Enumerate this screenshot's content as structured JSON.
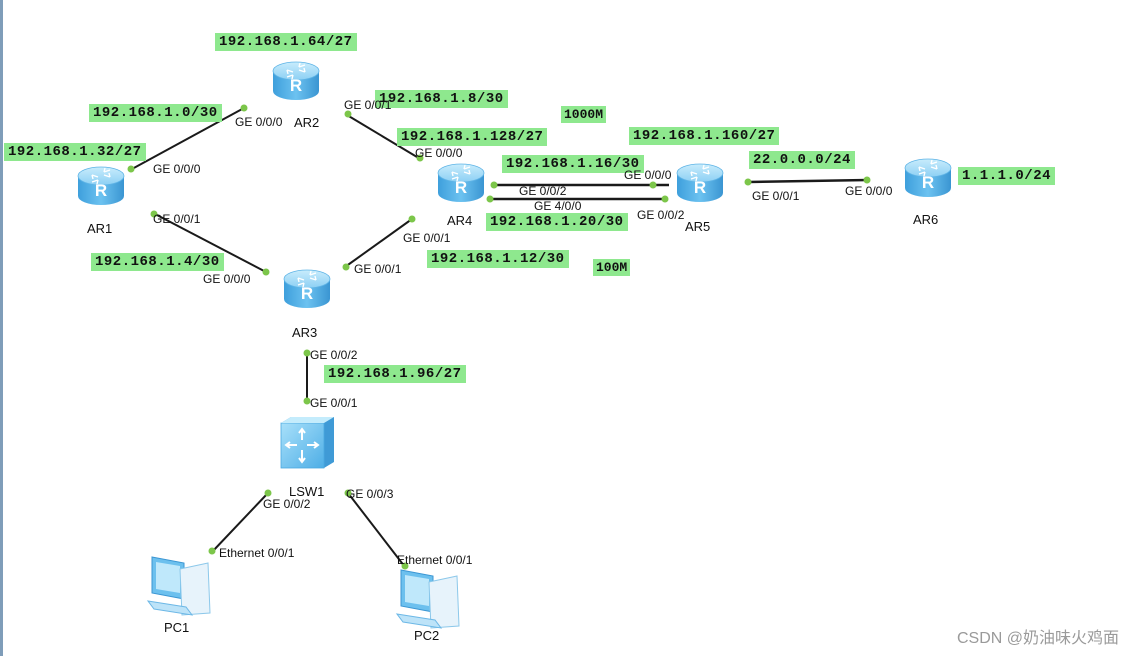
{
  "devices": [
    {
      "id": "AR1",
      "label": "AR1",
      "type": "router"
    },
    {
      "id": "AR2",
      "label": "AR2",
      "type": "router"
    },
    {
      "id": "AR3",
      "label": "AR3",
      "type": "router"
    },
    {
      "id": "AR4",
      "label": "AR4",
      "type": "router"
    },
    {
      "id": "AR5",
      "label": "AR5",
      "type": "router"
    },
    {
      "id": "AR6",
      "label": "AR6",
      "type": "router"
    },
    {
      "id": "LSW1",
      "label": "LSW1",
      "type": "switch"
    },
    {
      "id": "PC1",
      "label": "PC1",
      "type": "pc"
    },
    {
      "id": "PC2",
      "label": "PC2",
      "type": "pc"
    }
  ],
  "subnets": [
    "192.168.1.64/27",
    "192.168.1.0/30",
    "192.168.1.32/27",
    "192.168.1.8/30",
    "192.168.1.128/27",
    "192.168.1.16/30",
    "192.168.1.160/27",
    "22.0.0.0/24",
    "1.1.1.0/24",
    "192.168.1.20/30",
    "192.168.1.4/30",
    "192.168.1.12/30",
    "192.168.1.96/27"
  ],
  "speeds": [
    "1000M",
    "100M"
  ],
  "ports": [
    "GE 0/0/0",
    "GE 0/0/1",
    "GE 0/0/0",
    "GE 0/0/1",
    "GE 0/0/0",
    "GE 0/0/1",
    "GE 0/0/0",
    "GE 0/0/1",
    "GE 0/0/2",
    "GE 4/0/0",
    "GE 0/0/0",
    "GE 0/0/2",
    "GE 0/0/1",
    "GE 0/0/0",
    "GE 0/0/2",
    "GE 0/0/1",
    "GE 0/0/2",
    "GE 0/0/3",
    "Ethernet 0/0/1",
    "Ethernet 0/0/1"
  ],
  "watermark": "CSDN @奶油味火鸡面",
  "colors": {
    "label_bg": "#8ee88e",
    "router_body": "#4fb0e8",
    "router_top": "#9ad8f8",
    "link": "#1a1a1a",
    "port_dot": "#7cc64a"
  },
  "icons": [
    "router-icon",
    "switch-icon",
    "pc-icon"
  ]
}
